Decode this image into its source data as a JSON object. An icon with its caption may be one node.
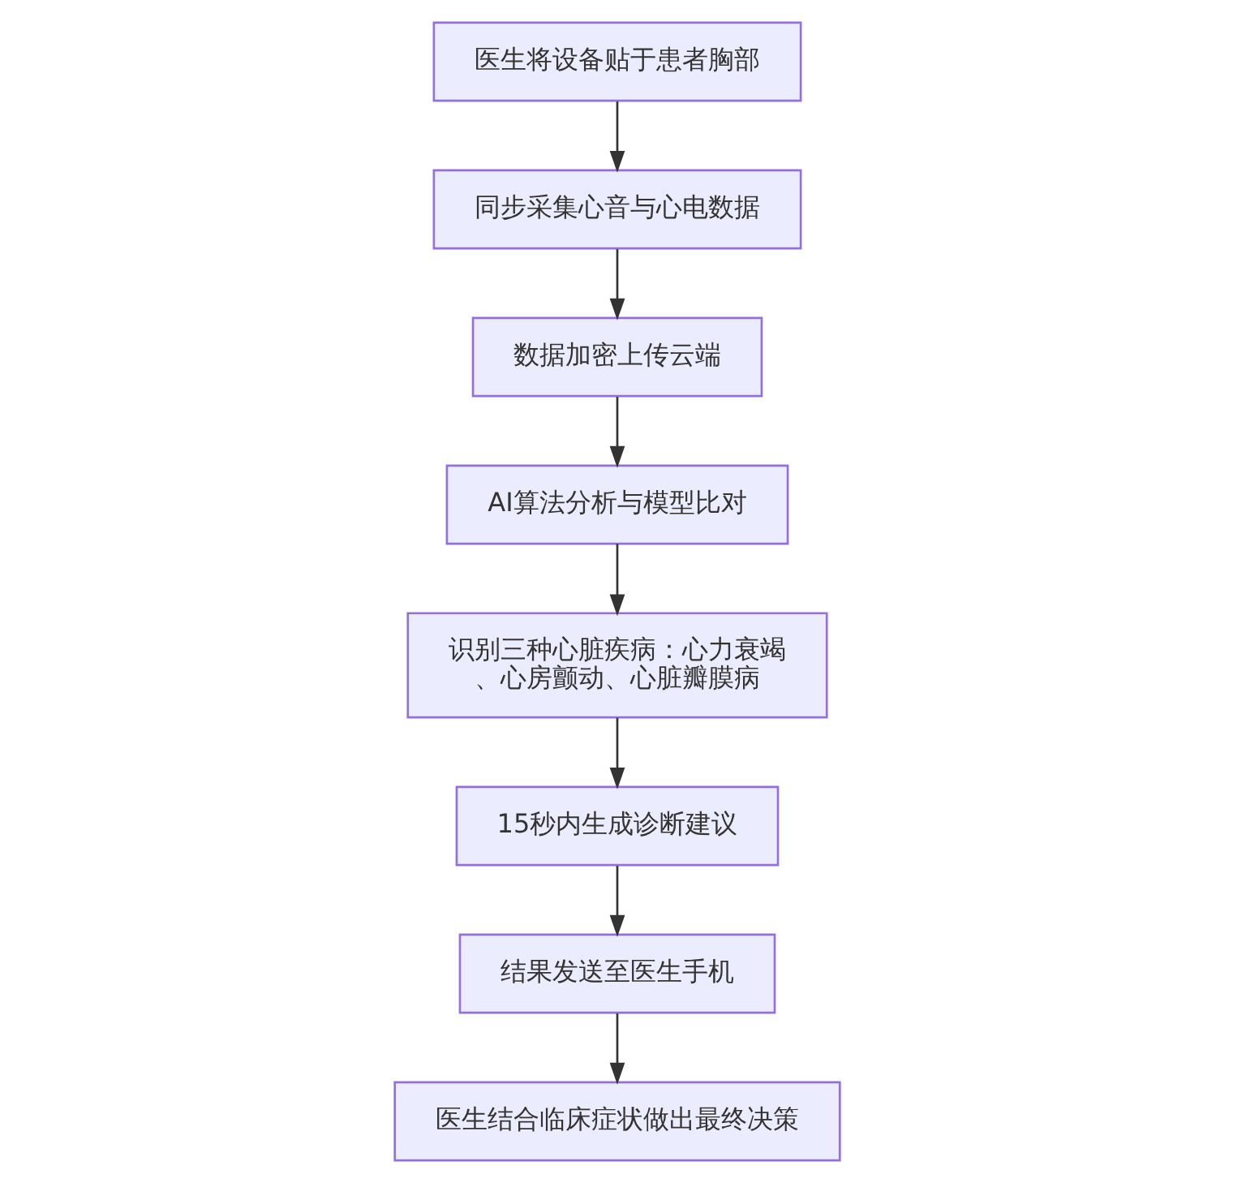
{
  "diagram": {
    "nodes": [
      {
        "text": [
          "医生将设备贴于患者胸部"
        ]
      },
      {
        "text": [
          "同步采集心音与心电数据"
        ]
      },
      {
        "text": [
          "数据加密上传云端"
        ]
      },
      {
        "text": [
          "AI算法分析与模型比对"
        ]
      },
      {
        "text": [
          "识别三种心脏疾病：心力衰竭、心房颤动、心脏瓣膜病"
        ]
      },
      {
        "text": [
          "15秒内生成诊断建议"
        ]
      },
      {
        "text": [
          "结果发送至医生手机"
        ]
      },
      {
        "text": [
          "医生结合临床症状做出最终决策"
        ]
      }
    ],
    "edges": [
      {
        "from": 0,
        "to": 1,
        "arrow": "to"
      },
      {
        "from": 1,
        "to": 2,
        "arrow": "to"
      },
      {
        "from": 2,
        "to": 3,
        "arrow": "to"
      },
      {
        "from": 3,
        "to": 4,
        "arrow": "to"
      },
      {
        "from": 4,
        "to": 5,
        "arrow": "to"
      },
      {
        "from": 5,
        "to": 6,
        "arrow": "to"
      },
      {
        "from": 6,
        "to": 7,
        "arrow": "to"
      }
    ]
  }
}
